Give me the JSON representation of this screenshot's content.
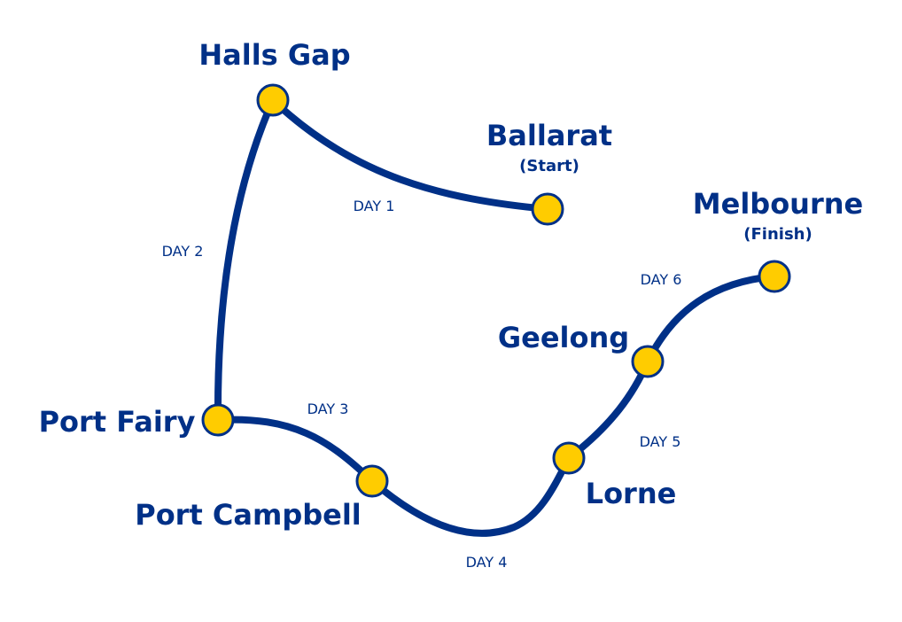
{
  "colors": {
    "route": "#003087",
    "marker_fill": "#FFCC00",
    "marker_stroke": "#003087",
    "text": "#003087",
    "background": "#ffffff"
  },
  "stops": {
    "halls_gap": {
      "name": "Halls Gap"
    },
    "ballarat": {
      "name": "Ballarat",
      "note": "(Start)"
    },
    "melbourne": {
      "name": "Melbourne",
      "note": "(Finish)"
    },
    "geelong": {
      "name": "Geelong"
    },
    "port_fairy": {
      "name": "Port Fairy"
    },
    "port_campbell": {
      "name": "Port Campbell"
    },
    "lorne": {
      "name": "Lorne"
    }
  },
  "days": [
    "DAY 1",
    "DAY 2",
    "DAY 3",
    "DAY 4",
    "DAY 5",
    "DAY 6"
  ]
}
